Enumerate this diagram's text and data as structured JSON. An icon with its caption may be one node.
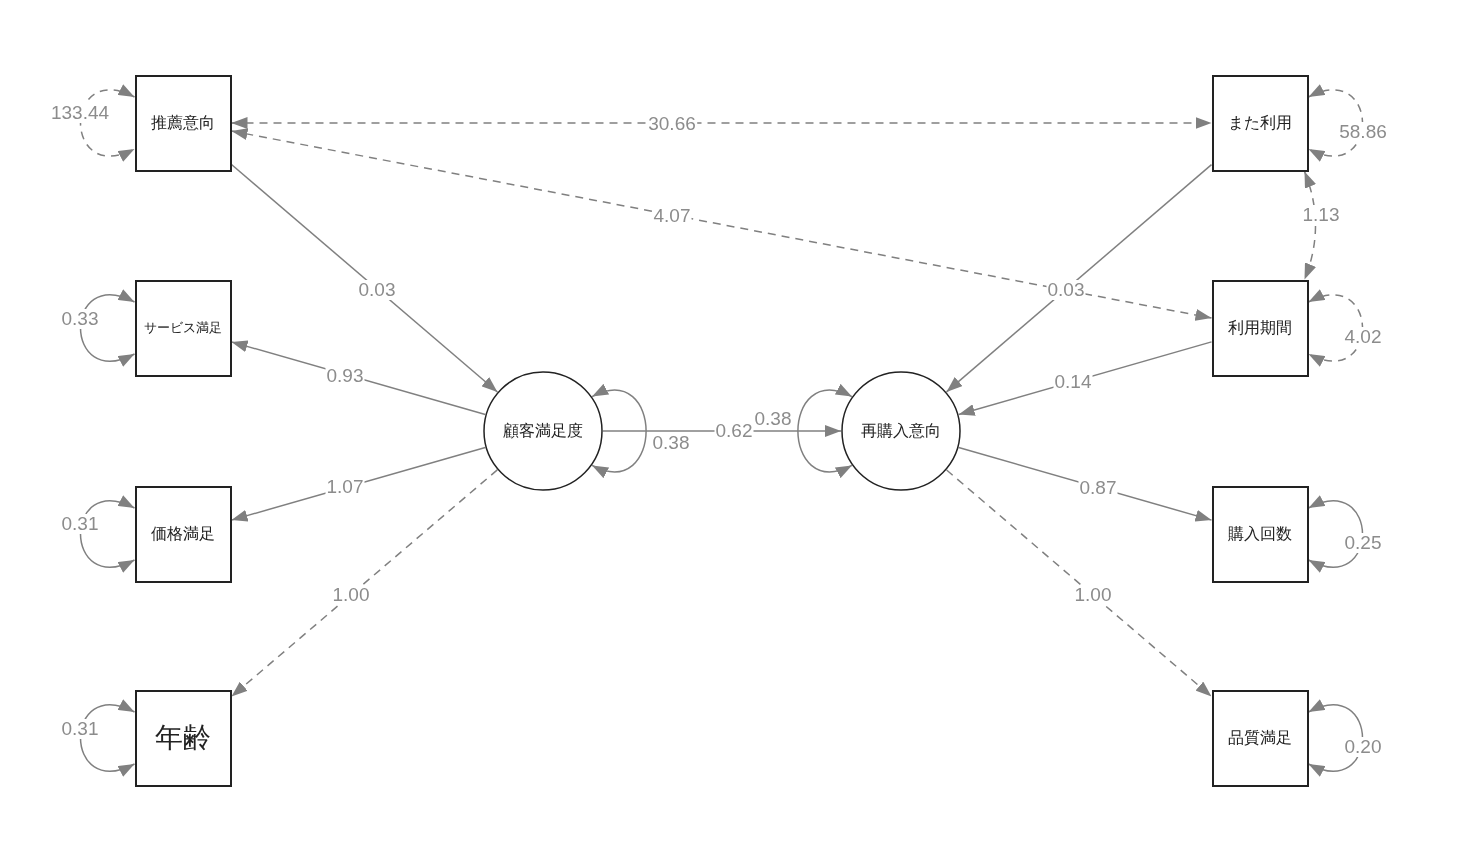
{
  "diagram": {
    "nodes": [
      {
        "text": [
          "推薦意向"
        ]
      },
      {
        "text": [
          "サービス満足"
        ]
      },
      {
        "text": [
          "価格満足"
        ]
      },
      {
        "text": [
          "年齢"
        ]
      },
      {
        "text": [
          "顧客満足度"
        ]
      },
      {
        "text": [
          "再購入意向"
        ]
      },
      {
        "text": [
          "また利用"
        ]
      },
      {
        "text": [
          "利用期間"
        ]
      },
      {
        "text": [
          "購入回数"
        ]
      },
      {
        "text": [
          "品質満足"
        ]
      }
    ],
    "edges": [
      {
        "from": 0,
        "to": 6,
        "arrow": "both",
        "style": "dashed",
        "label": "30.66"
      },
      {
        "from": 0,
        "to": 7,
        "arrow": "both",
        "style": "dashed",
        "label": "4.07"
      },
      {
        "from": 6,
        "to": 7,
        "arrow": "both",
        "style": "dashed",
        "label": "1.13"
      },
      {
        "from": 0,
        "to": 4,
        "arrow": "to",
        "label": "0.03"
      },
      {
        "from": 4,
        "to": 1,
        "arrow": "to",
        "label": "0.93"
      },
      {
        "from": 4,
        "to": 2,
        "arrow": "to",
        "label": "1.07"
      },
      {
        "from": 4,
        "to": 3,
        "arrow": "to",
        "style": "dashed",
        "label": "1.00"
      },
      {
        "from": 4,
        "to": 5,
        "arrow": "to",
        "label": "0.62"
      },
      {
        "from": 6,
        "to": 5,
        "arrow": "to",
        "label": "0.03"
      },
      {
        "from": 7,
        "to": 5,
        "arrow": "to",
        "label": "0.14"
      },
      {
        "from": 5,
        "to": 8,
        "arrow": "to",
        "label": "0.87"
      },
      {
        "from": 5,
        "to": 9,
        "arrow": "to",
        "style": "dashed",
        "label": "1.00"
      },
      {
        "from": 0,
        "to": 0,
        "arrow": "both",
        "style": "dashed",
        "label": "133.44"
      },
      {
        "from": 1,
        "to": 1,
        "arrow": "both",
        "label": "0.33"
      },
      {
        "from": 2,
        "to": 2,
        "arrow": "both",
        "label": "0.31"
      },
      {
        "from": 3,
        "to": 3,
        "arrow": "both",
        "label": "0.31"
      },
      {
        "from": 4,
        "to": 4,
        "arrow": "both",
        "label": "0.38"
      },
      {
        "from": 5,
        "to": 5,
        "arrow": "both",
        "label": "0.38"
      },
      {
        "from": 6,
        "to": 6,
        "arrow": "both",
        "style": "dashed",
        "label": "58.86"
      },
      {
        "from": 7,
        "to": 7,
        "arrow": "both",
        "style": "dashed",
        "label": "4.02"
      },
      {
        "from": 8,
        "to": 8,
        "arrow": "both",
        "label": "0.25"
      },
      {
        "from": 9,
        "to": 9,
        "arrow": "both",
        "label": "0.20"
      }
    ]
  }
}
